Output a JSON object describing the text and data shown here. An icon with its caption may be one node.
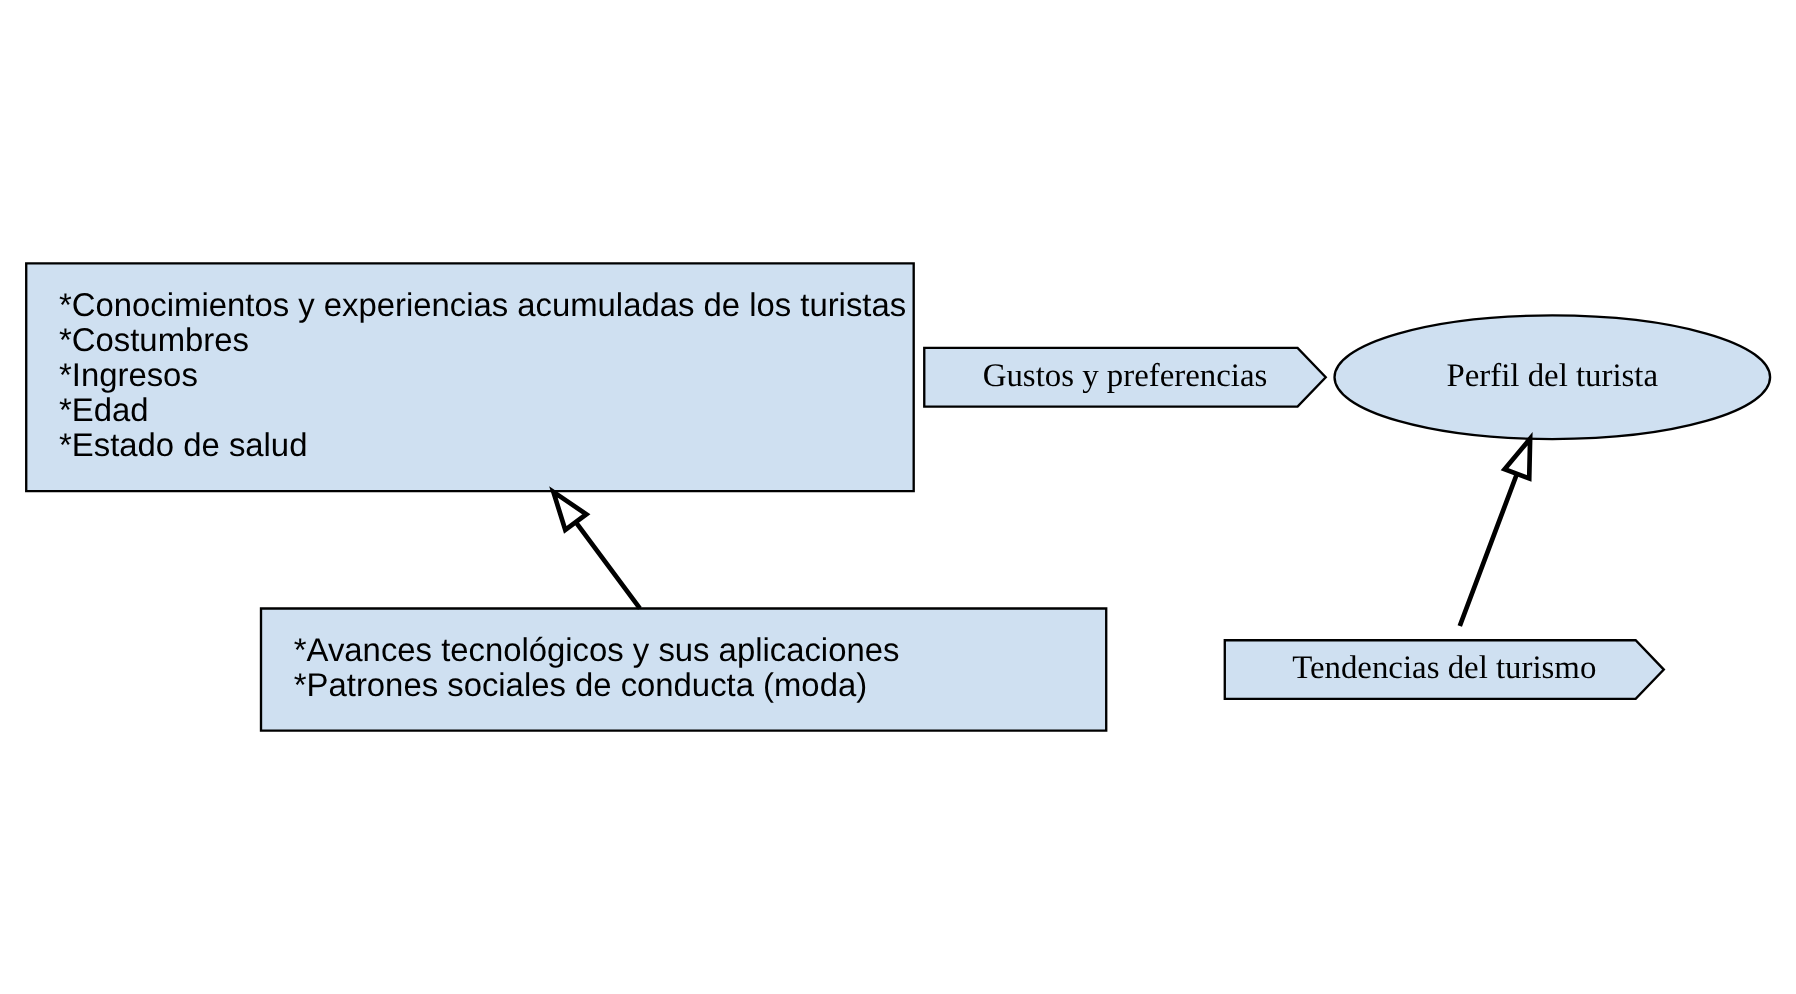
{
  "diagram": {
    "nodes": [
      {
        "text": [
          "*Conocimientos y experiencias acumuladas de los turistas",
          "*Costumbres",
          "*Ingresos",
          "*Edad",
          "*Estado de salud"
        ]
      },
      {
        "text": [
          "Gustos y preferencias"
        ]
      },
      {
        "text": [
          "Perfil del turista"
        ]
      },
      {
        "text": [
          "*Avances tecnológicos y sus aplicaciones",
          "*Patrones sociales de conducta (moda)"
        ]
      },
      {
        "text": [
          "Tendencias del turismo"
        ]
      }
    ],
    "edges": [
      {
        "from": 3,
        "to": 0,
        "arrow": "to"
      },
      {
        "from": 4,
        "to": 2,
        "arrow": "to"
      }
    ]
  }
}
